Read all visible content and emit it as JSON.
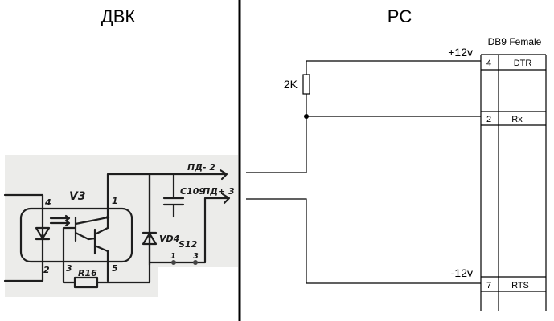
{
  "headers": {
    "left": "ДВК",
    "right": "PC"
  },
  "left_scan": {
    "component_optocoupler": "V3",
    "pins": {
      "p4": "4",
      "p2": "2",
      "p1": "1",
      "p3": "3",
      "p5": "5"
    },
    "resistor": "R16",
    "diode": "VD4",
    "capacitor": "C109",
    "jumper": "S12",
    "jumper_pins": {
      "a": "1",
      "b": "3"
    },
    "out1": "ПД- 2",
    "out2": "ПД+ 3"
  },
  "right": {
    "resistor_label": "2K",
    "plus_voltage": "+12v",
    "minus_voltage": "-12v",
    "connector_title": "DB9 Female",
    "connector_pins": [
      {
        "num": "4",
        "name": "DTR"
      },
      {
        "num": "2",
        "name": "Rx"
      },
      {
        "num": "7",
        "name": "RTS"
      }
    ]
  }
}
